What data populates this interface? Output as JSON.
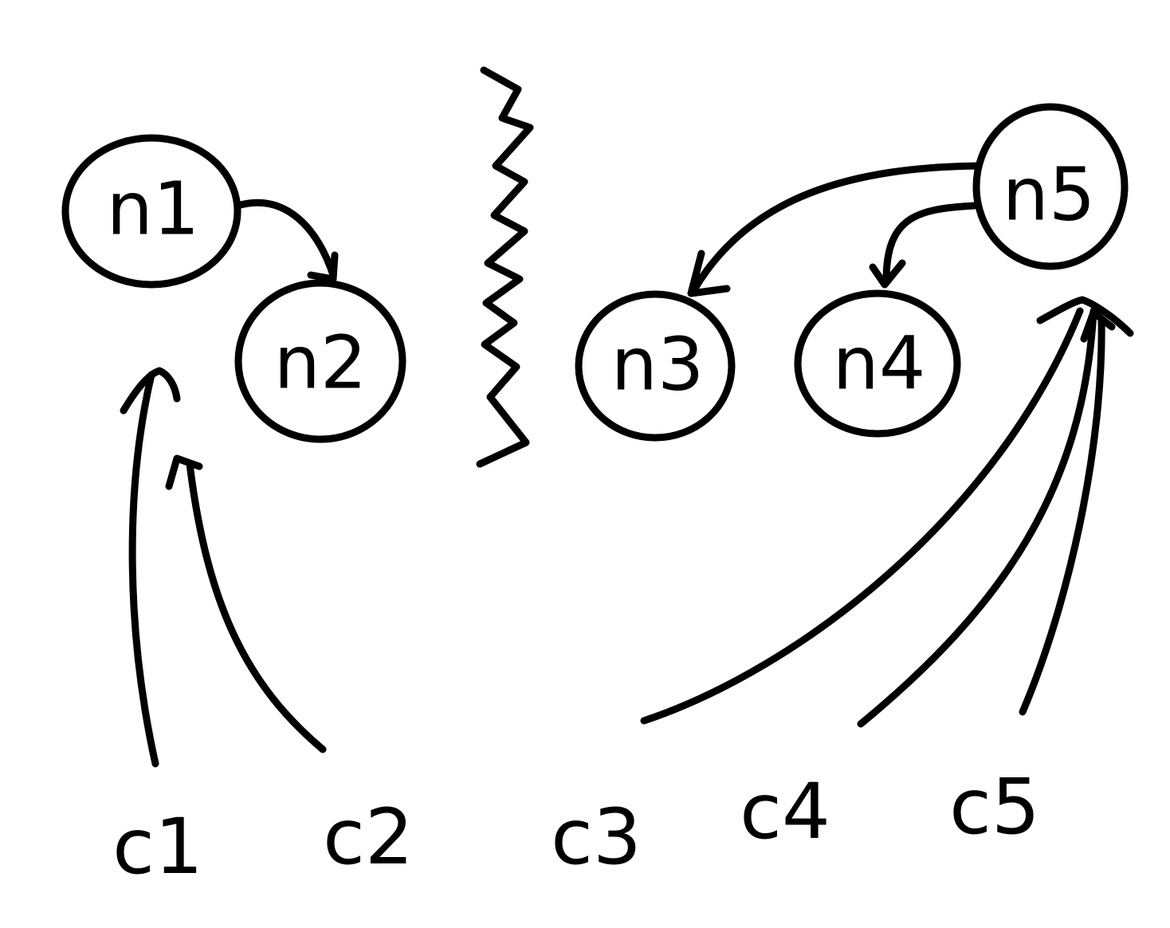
{
  "diagram": {
    "ink_color": "#000000",
    "background": "#ffffff",
    "nodes": [
      {
        "id": "n1",
        "label": "n1"
      },
      {
        "id": "n2",
        "label": "n2"
      },
      {
        "id": "n3",
        "label": "n3"
      },
      {
        "id": "n4",
        "label": "n4"
      },
      {
        "id": "n5",
        "label": "n5"
      }
    ],
    "clients": [
      {
        "id": "c1",
        "label": "c1"
      },
      {
        "id": "c2",
        "label": "c2"
      },
      {
        "id": "c3",
        "label": "c3"
      },
      {
        "id": "c4",
        "label": "c4"
      },
      {
        "id": "c5",
        "label": "c5"
      }
    ],
    "node_edges": [
      {
        "from": "n1",
        "to": "n2"
      },
      {
        "from": "n5",
        "to": "n3"
      },
      {
        "from": "n5",
        "to": "n4"
      }
    ],
    "client_edges": [
      {
        "from": "c1",
        "to": "n1"
      },
      {
        "from": "c2",
        "to": "n1"
      },
      {
        "from": "c3",
        "to": "n5"
      },
      {
        "from": "c4",
        "to": "n5"
      },
      {
        "from": "c5",
        "to": "n5"
      }
    ],
    "partition": {
      "label": ""
    }
  }
}
